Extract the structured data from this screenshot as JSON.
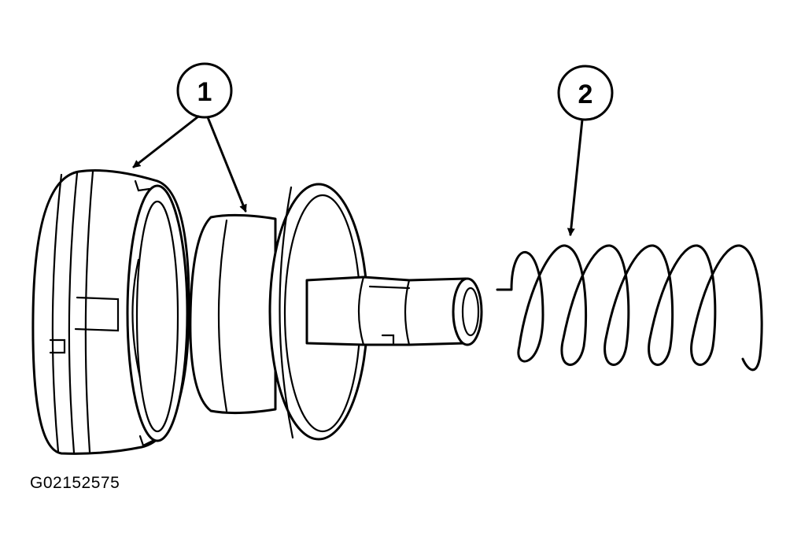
{
  "callouts": [
    {
      "label": "1"
    },
    {
      "label": "2"
    }
  ],
  "figure_id": "G02152575"
}
